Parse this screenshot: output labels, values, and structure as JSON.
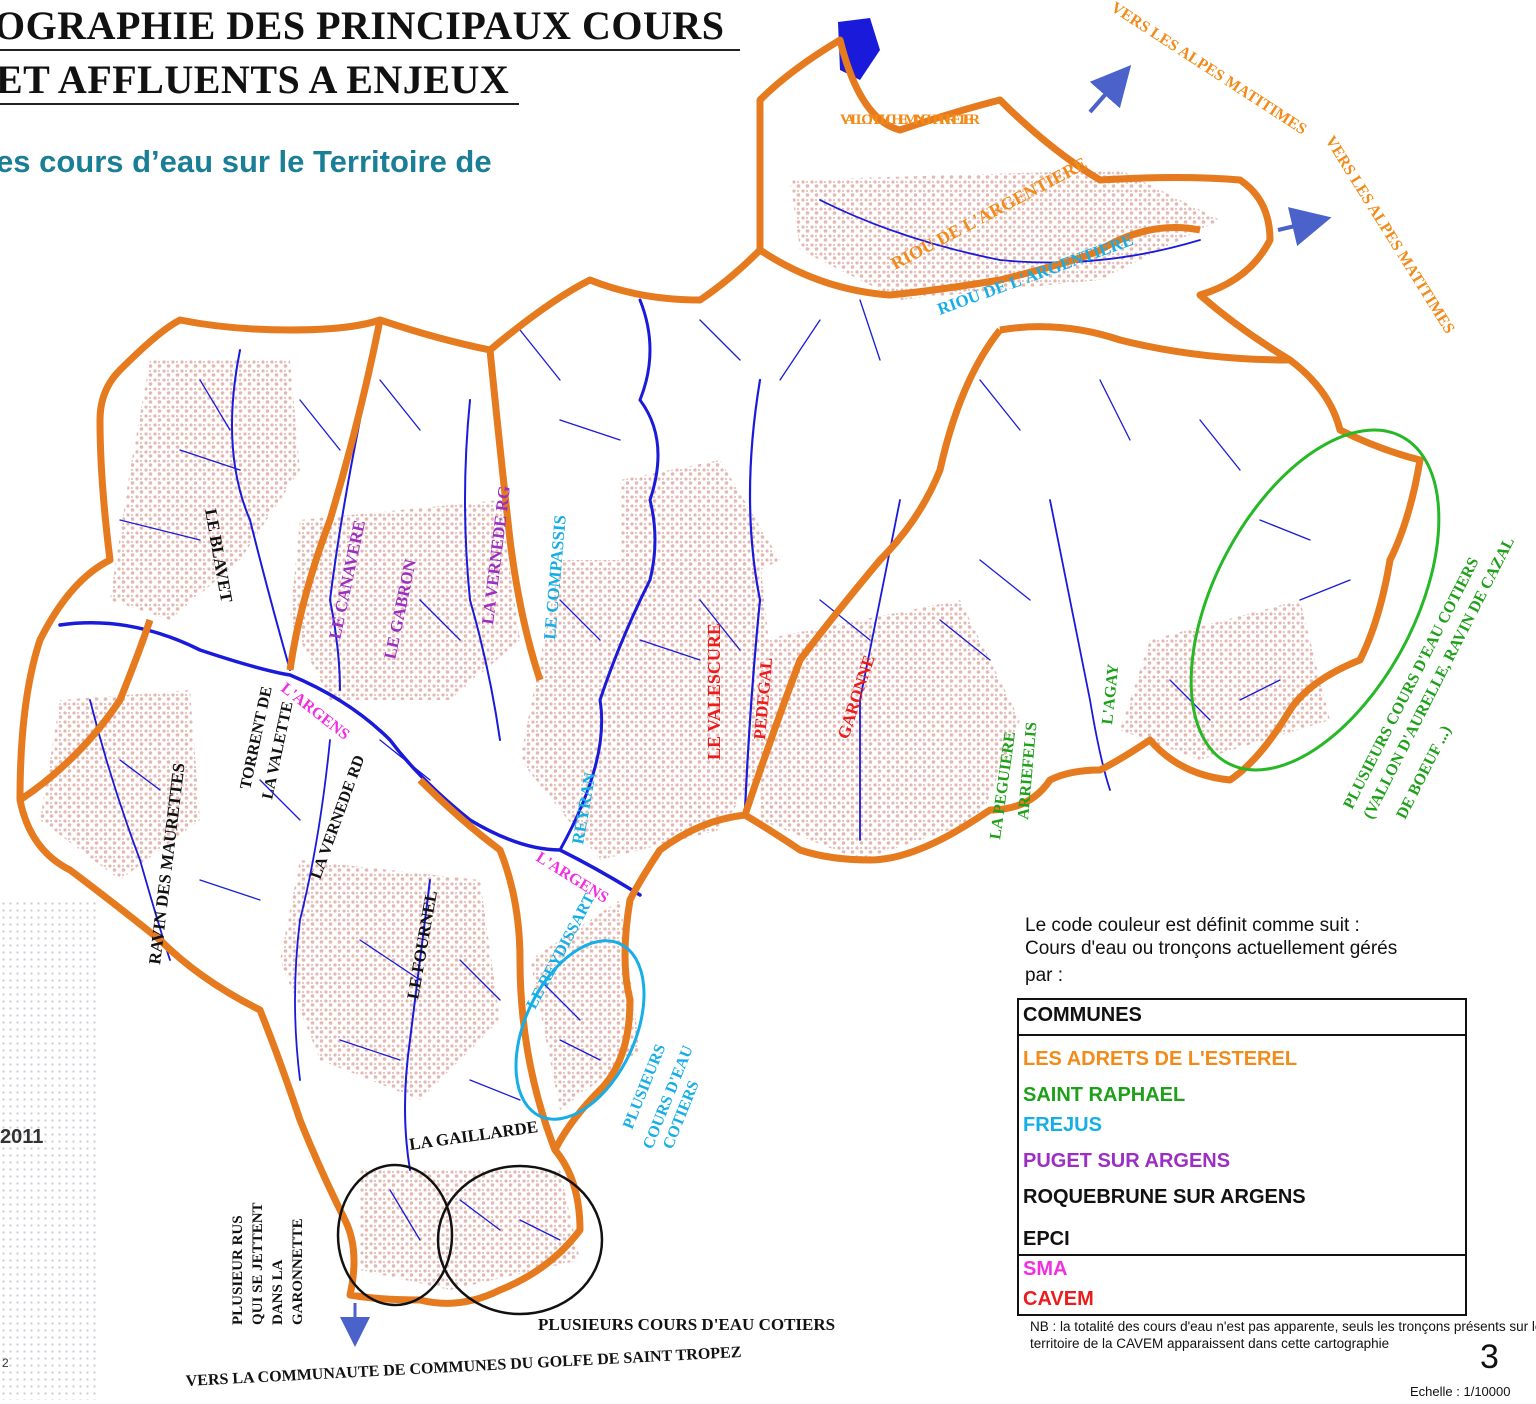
{
  "header": {
    "title_line1": "OGRAPHIE DES PRINCIPAUX COURS",
    "title_line2": "ET AFFLUENTS A ENJEUX",
    "subtitle": "es cours d’eau sur le Territoire de"
  },
  "margin": {
    "year": "2011",
    "page_left": "2"
  },
  "colors": {
    "boundary": "#e57a1f",
    "river": "#1a1adb",
    "urban": "#e2b4ad",
    "orange_label": "#f28b1a",
    "green_label": "#1fa01a",
    "cyan_label": "#16aee6",
    "purple_label": "#9b2fc2",
    "black_label": "#111111",
    "magenta_label": "#f22fe0",
    "red_label": "#ee1b1b"
  },
  "map_labels": {
    "vers_alpes_1": "VERS LES ALPES MATITIMES",
    "vers_alpes_2": "VERS LES ALPES MATITIMES",
    "vallon": "VALLON DU CHEMIN CHARRETIER",
    "riou_orange": "RIOU DE L'ARGENTIERE",
    "riou_cyan": "RIOU DE L'ARGENTIERE",
    "blavet": "LE BLAVET",
    "canavere": "LE CANAVERE",
    "gabron": "LE GABRON",
    "vernede_rg": "LA VERNEDE RG",
    "compassis": "LE COMPASSIS",
    "valescure": "LE VALESCURE",
    "pedegal": "PEDEGAL",
    "garonne": "GARONNE",
    "argens_1": "L'ARGENS",
    "argens_2": "L'ARGENS",
    "reyran": "REYRAN",
    "reydissart": "LE REYDISSART",
    "maurettes": "RAVIN DES MAURETTES",
    "torrent_line1": "TORRENT DE",
    "torrent_line2": "LA VALETTE",
    "vernede_rd": "LA VERNEDE RD",
    "fournel": "LE FOURNEL",
    "peguiere": "LA PEGUIERE",
    "arrieslis": "ARRIEFELIS",
    "agay": "L'AGAY",
    "cotiers_green": [
      "PLUSIEURS COURS D'EAU COTIERS",
      "(VALLON D'AURELLE, RAVIN DE CAZAL",
      "DE BOEUF ...)"
    ],
    "cotiers_cyan": [
      "PLUSIEURS",
      "COURS D'EAU",
      "COTIERS"
    ],
    "gaillarde": "LA GAILLARDE",
    "rus": [
      "PLUSIEUR RUS",
      "QUI SE JETTENT",
      "DANS LA",
      "GARONNETTE"
    ],
    "cotiers_black": "PLUSIEURS COURS D'EAU COTIERS",
    "vers_golfe": "VERS LA COMMUNAUTE DE COMMUNES DU GOLFE DE SAINT TROPEZ"
  },
  "legend": {
    "intro_line1": "Le code couleur est définit comme suit :",
    "intro_line2": "Cours d'eau ou tronçons actuellement gérés",
    "intro_line3": "par :",
    "communes_heading": "COMMUNES",
    "items": [
      {
        "label": "LES ADRETS DE L'ESTEREL",
        "color": "#f28b1a"
      },
      {
        "label": "SAINT RAPHAEL",
        "color": "#1fa01a"
      },
      {
        "label": "FREJUS",
        "color": "#16aee6"
      },
      {
        "label": "PUGET SUR ARGENS",
        "color": "#9b2fc2"
      },
      {
        "label": "ROQUEBRUNE SUR ARGENS",
        "color": "#111111"
      }
    ],
    "epci_heading": "EPCI",
    "epci_items": [
      {
        "label": "SMA",
        "color": "#f22fe0"
      },
      {
        "label": "CAVEM",
        "color": "#ee1b1b"
      }
    ],
    "note": "NB : la totalité des cours d'eau n'est pas apparente, seuls les tronçons présents sur le territoire de la CAVEM apparaissent dans cette cartographie",
    "scale": "Echelle : 1/10000",
    "page_number": "3"
  }
}
